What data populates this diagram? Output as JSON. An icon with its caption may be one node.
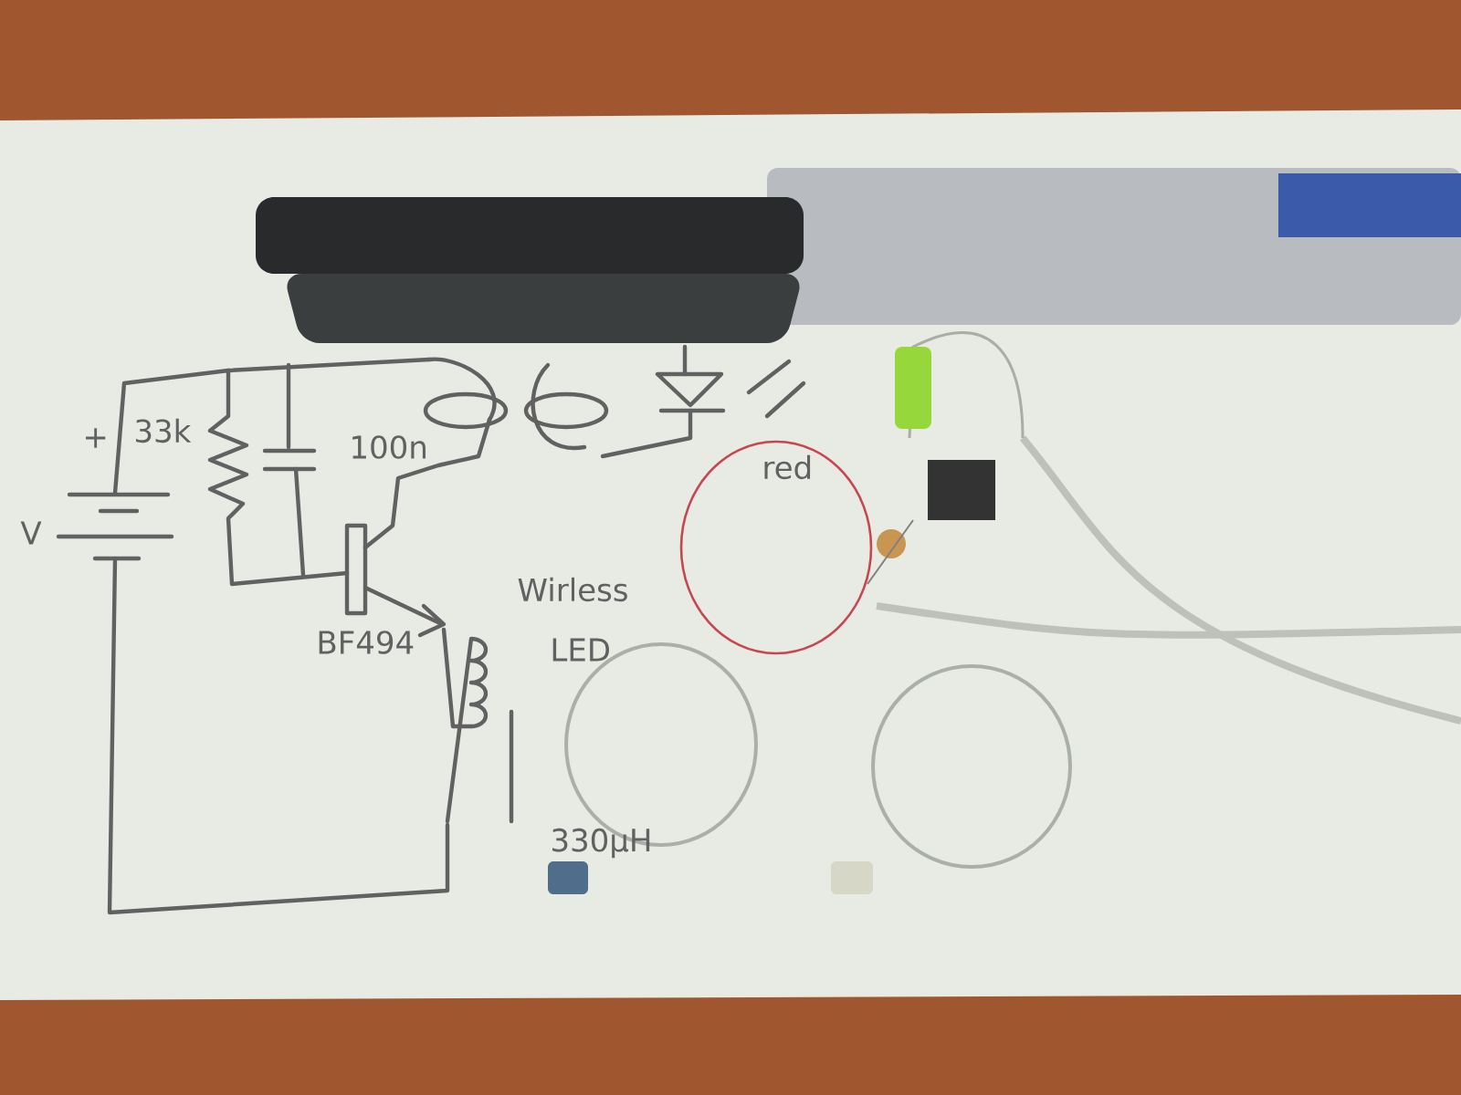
{
  "diagram": {
    "labels": [
      "+",
      "V",
      "33k",
      "100n",
      "BF494",
      "Wirless",
      "LED",
      "330µH",
      "red"
    ]
  }
}
